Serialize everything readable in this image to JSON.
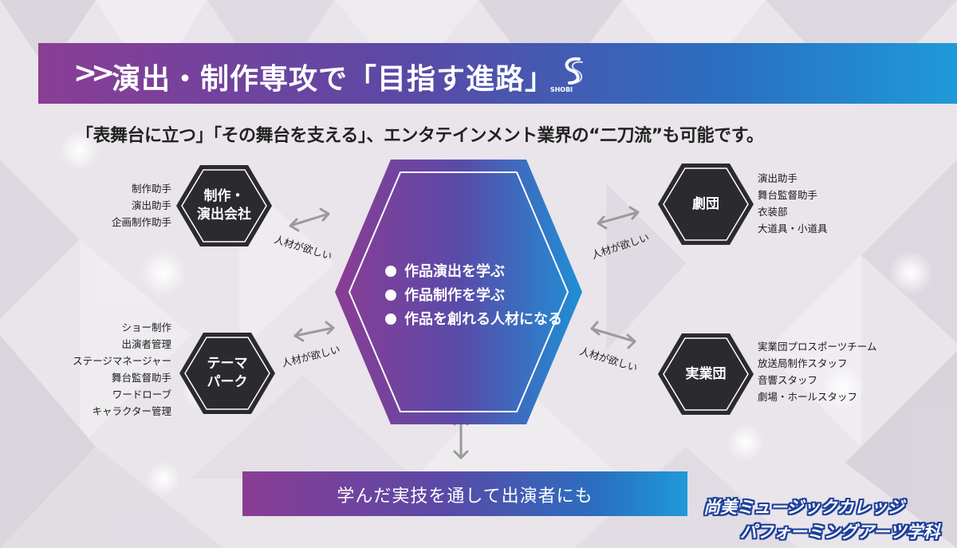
{
  "title": {
    "chevrons": ">>",
    "text": "演出・制作専攻で「目指す進路」",
    "logo_text": "SHOBI"
  },
  "subtitle": "「表舞台に立つ」「その舞台を支える」、エンタテインメント業界の“二刀流”も可能です。",
  "center": {
    "bullets": [
      "作品演出を学ぶ",
      "作品制作を学ぶ",
      "作品を創れる人材になる"
    ]
  },
  "nodes": {
    "production": {
      "label_line1": "制作・",
      "label_line2": "演出会社",
      "jobs": [
        "制作助手",
        "演出助手",
        "企画制作助手"
      ],
      "want": "人材が欲しい"
    },
    "theater_company": {
      "label": "劇団",
      "jobs": [
        "演出助手",
        "舞台監督助手",
        "衣装部",
        "大道具・小道具"
      ],
      "want": "人材が欲しい"
    },
    "theme_park": {
      "label_line1": "テーマ",
      "label_line2": "パーク",
      "jobs": [
        "ショー制作",
        "出演者管理",
        "ステージマネージャー",
        "舞台監督助手",
        "ワードローブ",
        "キャラクター管理"
      ],
      "want": "人材が欲しい"
    },
    "corporate_team": {
      "label": "実業団",
      "jobs": [
        "実業団プロスポーツチーム",
        "放送局制作スタッフ",
        "音響スタッフ",
        "劇場・ホールスタッフ"
      ],
      "want": "人材が欲しい"
    }
  },
  "bottom_banner": "学んだ実技を通して出演者にも",
  "school": {
    "line1": "尚美ミュージックカレッジ",
    "line2": "パフォーミングアーツ学科"
  },
  "colors": {
    "gradient_purple": "#8a3d94",
    "gradient_blue": "#1f9ad8",
    "hex_dark": "#2b2b2f",
    "arrow_gray": "#9a9a9a",
    "school_outline": "#1d3f9b"
  }
}
